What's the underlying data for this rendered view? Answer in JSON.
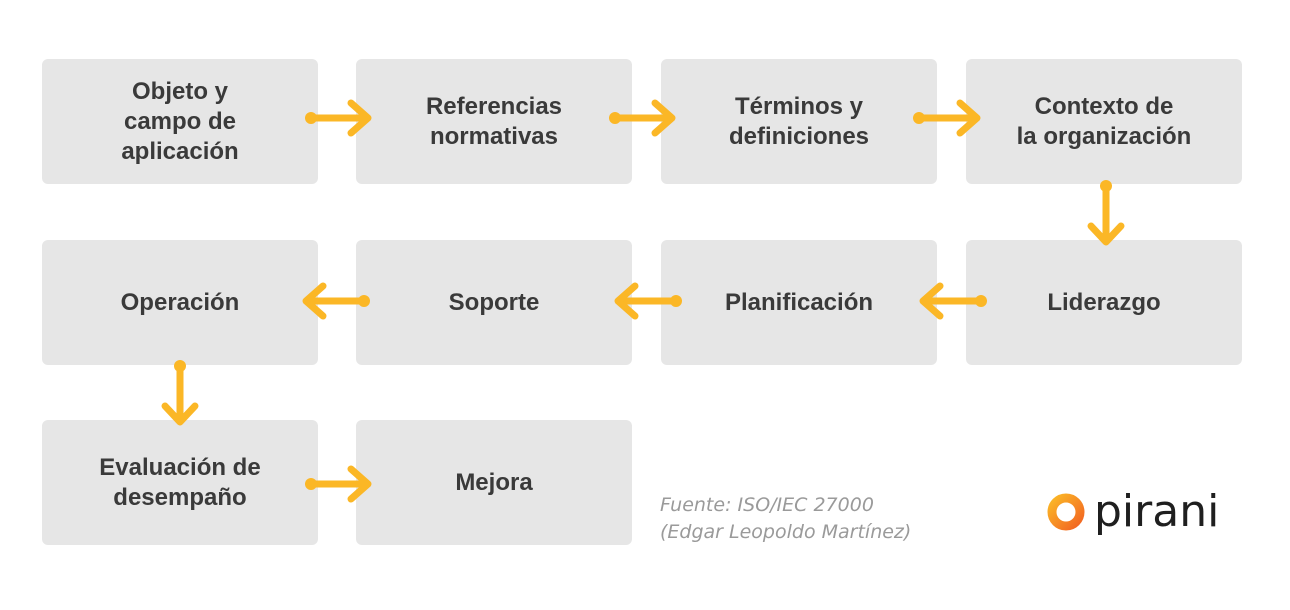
{
  "boxes": [
    {
      "id": "objeto",
      "label": "Objeto y\ncampo de\naplicación"
    },
    {
      "id": "referencias",
      "label": "Referencias\nnormativas"
    },
    {
      "id": "terminos",
      "label": "Términos y\ndefiniciones"
    },
    {
      "id": "contexto",
      "label": "Contexto de\nla organización"
    },
    {
      "id": "operacion",
      "label": "Operación"
    },
    {
      "id": "soporte",
      "label": "Soporte"
    },
    {
      "id": "planificacion",
      "label": "Planificación"
    },
    {
      "id": "liderazgo",
      "label": "Liderazgo"
    },
    {
      "id": "evaluacion",
      "label": "Evaluación de\ndesempaño"
    },
    {
      "id": "mejora",
      "label": "Mejora"
    }
  ],
  "source": {
    "line1_prefix": "Fuente:",
    "line1_value": " ISO/IEC 27000",
    "line2": "(Edgar Leopoldo Martínez)"
  },
  "logo": {
    "text": "pirani"
  },
  "colors": {
    "box_fill": "#e6e6e6",
    "box_text": "#3a3a3a",
    "arrow": "#fbb726",
    "logo_ring_outer": "#f7931e",
    "logo_ring_inner": "#fbb726",
    "logo_text": "#1f1f1f",
    "source_text": "#9a9a9a"
  }
}
